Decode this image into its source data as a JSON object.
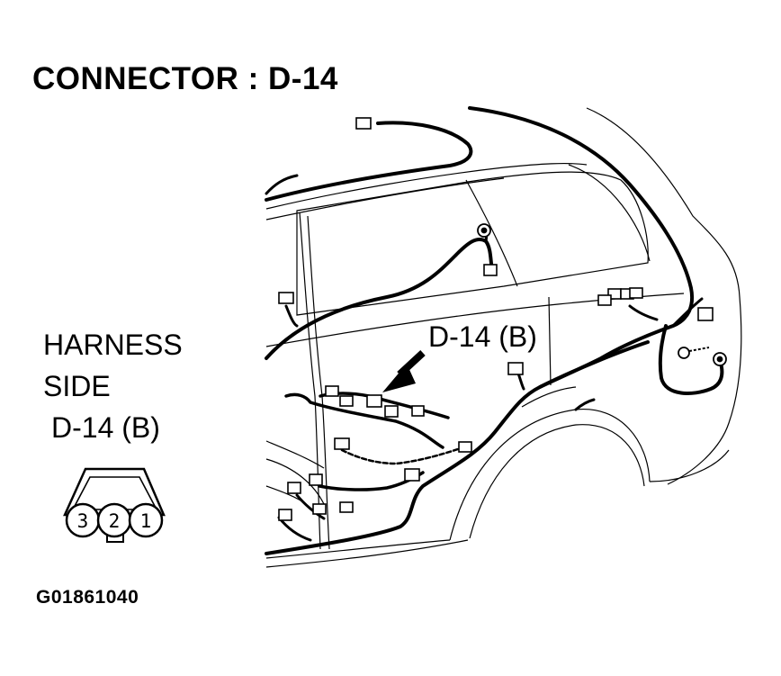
{
  "title": "CONNECTOR : D-14",
  "harness_side": {
    "line1": "HARNESS",
    "line2": "SIDE",
    "line3": "D-14 (B)"
  },
  "callout_label": "D-14 (B)",
  "connector_pins": [
    "3",
    "2",
    "1"
  ],
  "figure_id": "G01861040",
  "colors": {
    "ink": "#000000",
    "background": "#ffffff"
  }
}
